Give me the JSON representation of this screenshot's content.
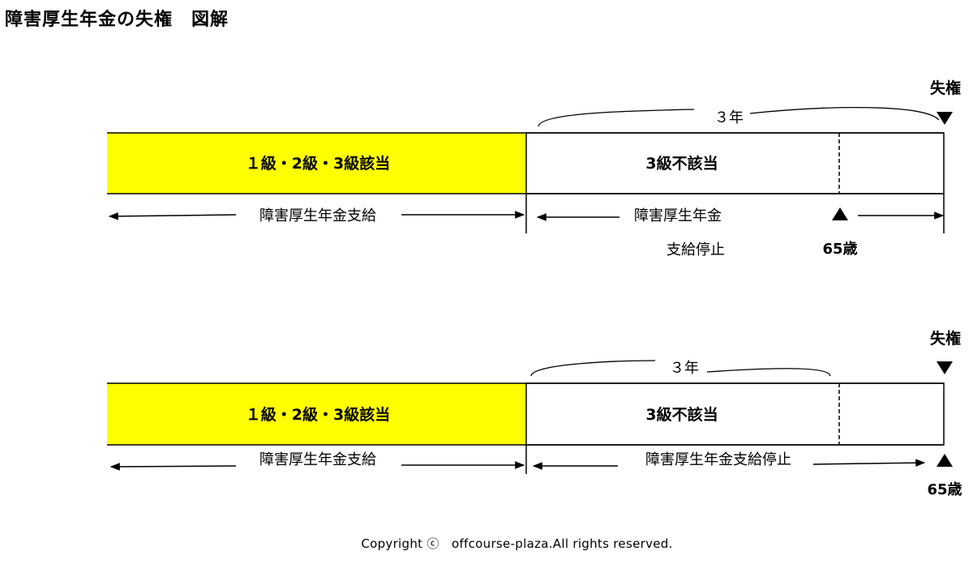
{
  "page": {
    "title": "障害厚生年金の失権　図解",
    "footer": "Copyright ⓒ　offcourse-plaza.All rights reserved."
  },
  "colors": {
    "highlight": "#ffff00",
    "line": "#000000",
    "background": "#ffffff"
  },
  "diagrams": [
    {
      "loss_label": "失権",
      "loss_marker_icon": "down-triangle-icon",
      "period_label": "３年",
      "grade_yes_label": "１級・2級・3級該当",
      "grade_no_label": "3級不該当",
      "left_arrow_label": "障害厚生年金支給",
      "right_arrow_label": "障害厚生年金",
      "suspension_label": "支給停止",
      "age_marker_icon": "up-triangle-icon",
      "age_label": "65歳"
    },
    {
      "loss_label": "失権",
      "loss_marker_icon": "down-triangle-icon",
      "period_label": "３年",
      "grade_yes_label": "１級・2級・3級該当",
      "grade_no_label": "3級不該当",
      "left_arrow_label": "障害厚生年金支給",
      "right_arrow_label": "障害厚生年金支給停止",
      "age_marker_icon": "up-triangle-icon",
      "age_label": "65歳"
    }
  ]
}
